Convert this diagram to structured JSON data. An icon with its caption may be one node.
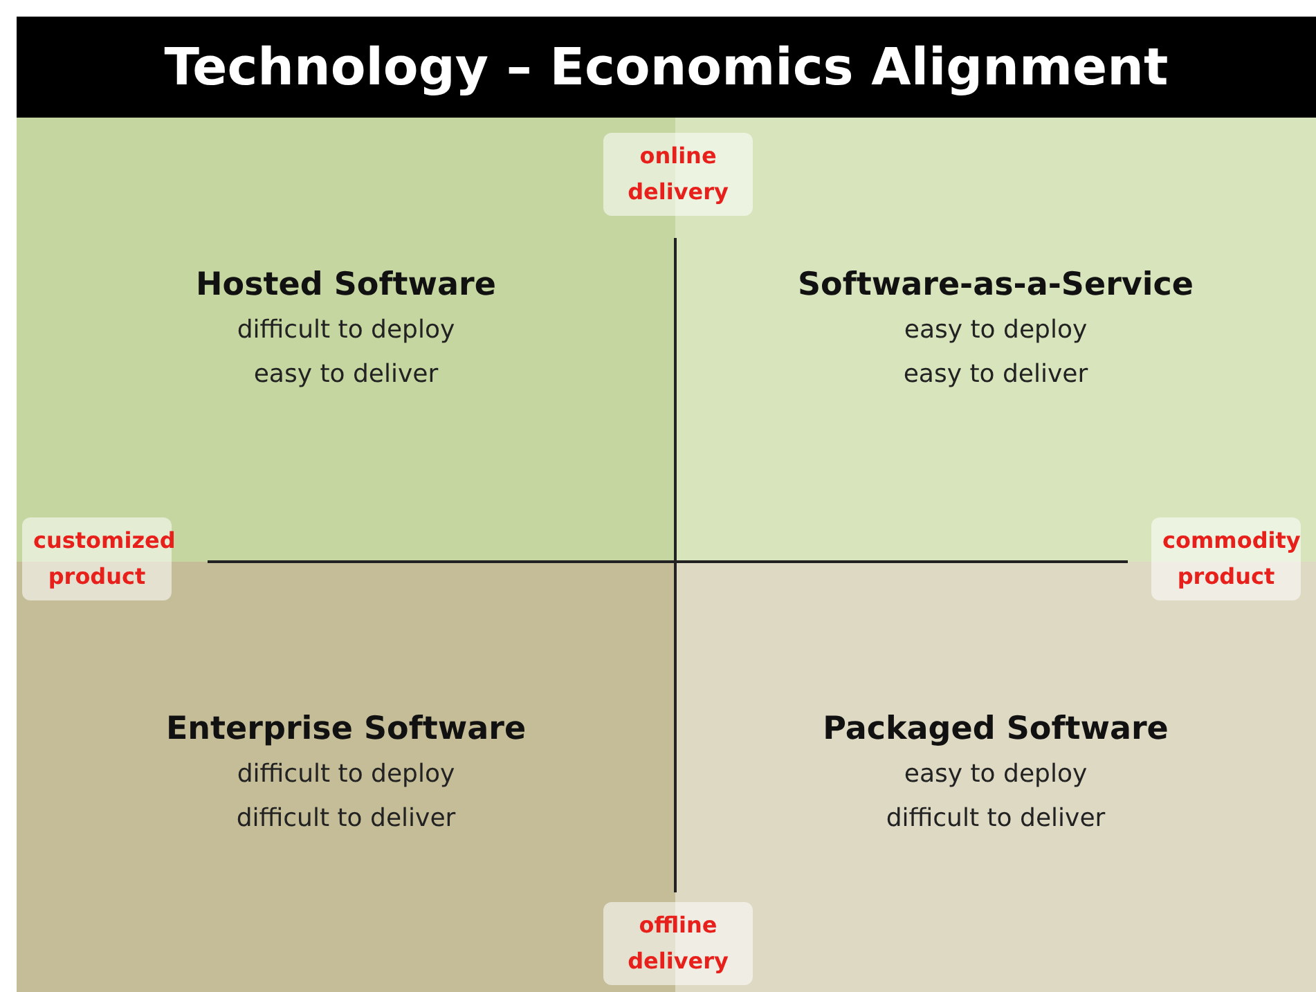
{
  "diagram": {
    "title": "Technology – Economics Alignment",
    "nodes": [
      {
        "text": [
          "Hosted Software",
          "difficult to deploy",
          "easy to deliver"
        ]
      },
      {
        "text": [
          "Software-as-a-Service",
          "easy to deploy",
          "easy to deliver"
        ]
      },
      {
        "text": [
          "Enterprise Software",
          "difficult to deploy",
          "difficult to deliver"
        ]
      },
      {
        "text": [
          "Packaged Software",
          "easy to deploy",
          "difficult to deliver"
        ]
      }
    ],
    "labels": [
      "online delivery",
      "customized product",
      "commodity product",
      "offline delivery"
    ]
  }
}
